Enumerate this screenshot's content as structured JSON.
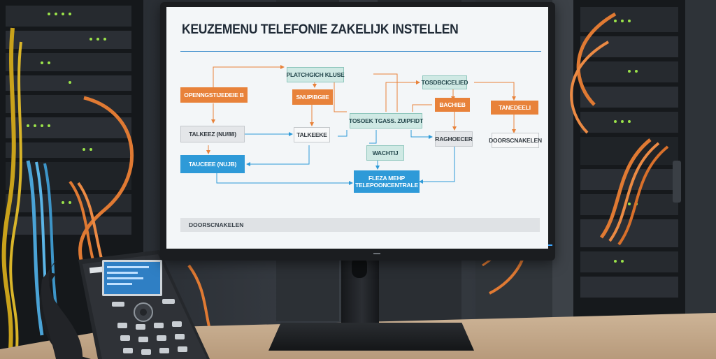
{
  "screen": {
    "title": "KEUZEMENU TELEFONIE ZAKELIJK INSTELLEN",
    "footer": "DOORSCNAKELEN",
    "nodes": {
      "n1": "PLATCHGICH KLUSE",
      "n2": "TOSDBCICELIED",
      "n3": "OPENNGSTIJEDEIE B",
      "n4": "SNUPIBGIIE",
      "n5": "BACHIEB",
      "n6": "TANEDEELI",
      "n7": "TOSOEK TGASS. ZUIPFIDT",
      "n8": "TALKEEZ (NU/88)",
      "n9": "TALKEEKE",
      "n10": "RAGHOECER",
      "n11": "DOORSCNAKELEN",
      "n12": "WACHTIJ",
      "n13": "TAUCEEE (NUJB)",
      "n14_line1": "FLEZA MEHP",
      "n14_line2": "TELEPOONCENTRALE"
    },
    "colors": {
      "orange": "#e8823a",
      "teal": "#cfe9e4",
      "blue": "#2e9ad8",
      "gray": "#e4e6e9",
      "connector_orange": "#e8823a",
      "connector_blue": "#2e9ad8"
    }
  }
}
